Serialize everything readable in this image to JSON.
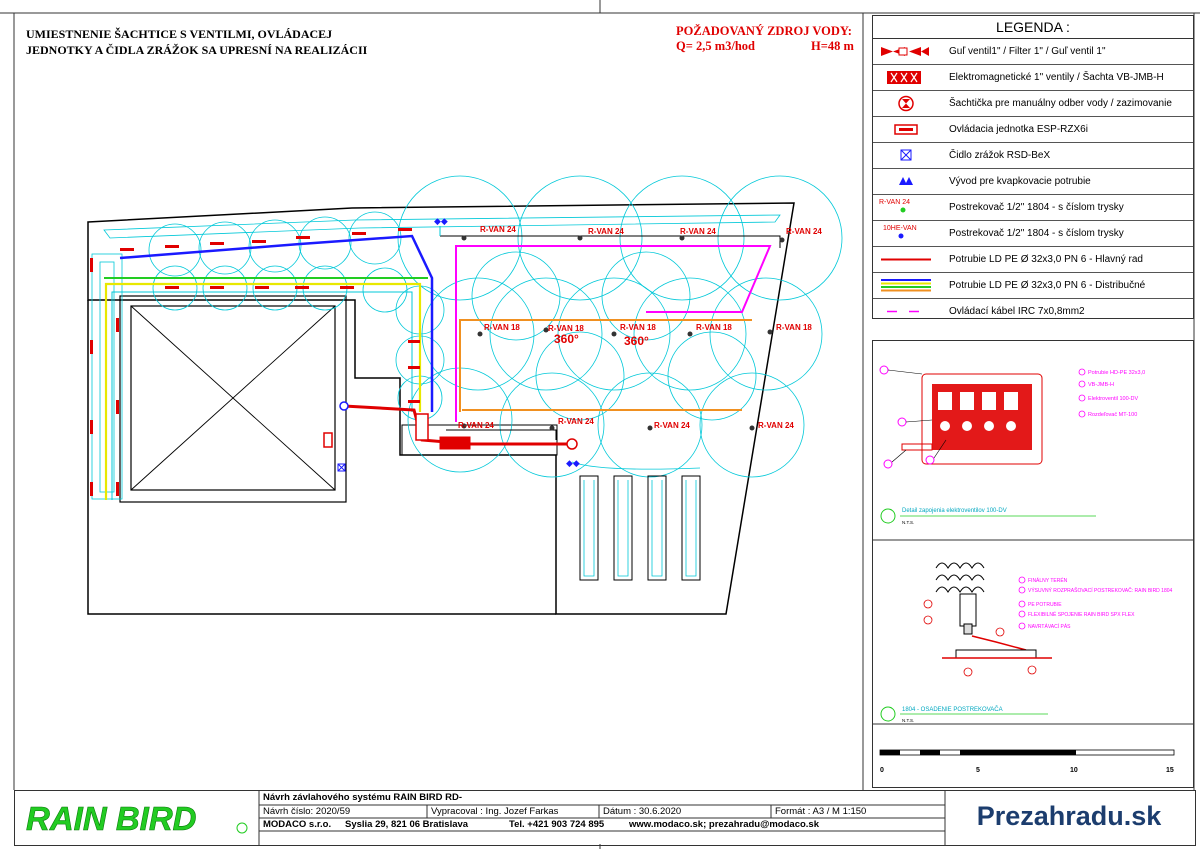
{
  "note_lines": [
    "UMIESTNENIE ŠACHTICE S VENTILMI, OVLÁDACEJ",
    "JEDNOTKY A ČIDLA ZRÁŽOK SA UPRESNÍ NA REALIZÁCII"
  ],
  "water_source": {
    "title": "POŽADOVANÝ ZDROJ VODY:",
    "flow": "Q= 2,5 m3/hod",
    "head": "H=48 m"
  },
  "legend": {
    "title": "LEGENDA :",
    "items": [
      {
        "label": "Guľ ventil1\" / Filter 1\" / Guľ ventil 1\"",
        "icon": "ball-valve-filter-icon"
      },
      {
        "label": "Elektromagnetické 1\" ventily / Šachta VB-JMB-H",
        "icon": "solenoid-valve-box-icon"
      },
      {
        "label": "Šachtička pre manuálny odber vody / zazimovanie",
        "icon": "manual-tap-box-icon"
      },
      {
        "label": "Ovládacia jednotka ESP-RZX6i",
        "icon": "controller-icon"
      },
      {
        "label": "Čidlo zrážok RSD-BeX",
        "icon": "rain-sensor-icon"
      },
      {
        "label": "Vývod pre kvapkovacie potrubie",
        "icon": "drip-outlet-icon"
      },
      {
        "label": "Postrekovač 1/2\" 1804 - s číslom trysky",
        "symbol_label": "R-VAN 24",
        "icon": "green-sprinkler-icon"
      },
      {
        "label": "Postrekovač 1/2\" 1804 - s číslom trysky",
        "symbol_label": "10HE-VAN",
        "icon": "blue-sprinkler-icon"
      },
      {
        "label": "Potrubie LD PE Ø 32x3,0 PN 6  - Hlavný rad",
        "icon": "main-pipe-line-icon"
      },
      {
        "label": "Potrubie LD PE Ø 32x3,0 PN 6  - Distribučné",
        "icon": "distribution-pipe-line-icon"
      },
      {
        "label": "Ovládací kábel IRC 7x0,8mm2",
        "icon": "control-cable-line-icon"
      }
    ]
  },
  "plan": {
    "nozzles_top": [
      "R-VAN 24",
      "R-VAN 24",
      "R-VAN 24",
      "R-VAN 24"
    ],
    "nozzles_mid": [
      "R-VAN 18",
      "R-VAN 18",
      "R-VAN 18",
      "R-VAN 18",
      "R-VAN 18"
    ],
    "degrees": [
      "360°",
      "360°"
    ],
    "nozzles_low": [
      "R-VAN 24",
      "R-VAN 24",
      "R-VAN 24",
      "R-VAN 24"
    ]
  },
  "detail1": {
    "callouts": [
      "Potrubie HD-PE 32x3,0",
      "VB-JMB-H",
      "Elektroventil 100-DV",
      "Rozdeľovač MT-100"
    ],
    "title": "Detail zapojenia elektroventilov 100-DV",
    "scale": "N.T.S."
  },
  "detail2": {
    "callouts": [
      "FINÁLNY TERÉN",
      "VÝSUVNÝ ROZPRAŠOVACÍ POSTREKOVAČ: RAIN BIRD 1804",
      "PE POTRUBIE",
      "FLEXIBILNÉ SPOJENIE RAIN BIRD SPX FLEX",
      "NAVRTÁVACÍ PÁS"
    ],
    "title": "1804 - OSADENIE POSTREKOVAČA",
    "scale": "N.T.S."
  },
  "scale_bar": [
    "0",
    "5",
    "10",
    "15"
  ],
  "title_block": {
    "project": "Návrh závlahového systému RAIN BIRD RD-",
    "number": "Návrh číslo: 2020/59",
    "author": "Vypracoval : Ing. Jozef Farkas",
    "date": "Dátum : 30.6.2020",
    "format": "Formát : A3  /  M  1:150",
    "company": "MODACO s.r.o.",
    "address": "Syslia 29, 821 06 Bratislava",
    "phone": "Tel. +421 903 724 895",
    "web": "www.modaco.sk; prezahradu@modaco.sk",
    "logo": "RAIN BIRD",
    "brand": "Prezahradu.sk"
  },
  "colors": {
    "pipe_main": "#e00000",
    "cable": "#ff00ff",
    "spray": "#00c8d8",
    "wall": "#000000",
    "zone_blue": "#1a1aff",
    "zone_yellow": "#e8e800",
    "zone_green": "#22cc22",
    "zone_orange": "#f09020",
    "brand": "#1c3d6e",
    "logo_green": "#22cc22"
  }
}
